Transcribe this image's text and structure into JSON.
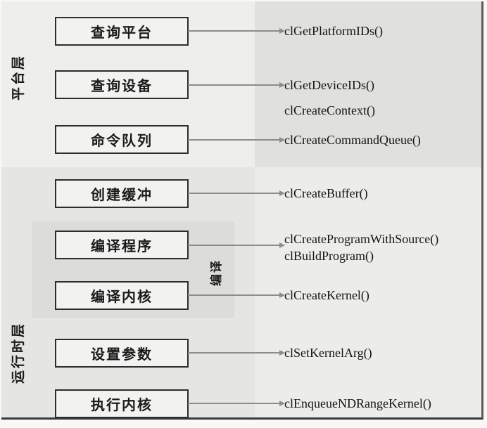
{
  "diagram": {
    "title_implicit": "OpenCL API flow",
    "layers": [
      {
        "label": "平台层"
      },
      {
        "label": "运行时层"
      }
    ],
    "group_label": "编译",
    "steps": [
      {
        "label": "查询平台"
      },
      {
        "label": "查询设备"
      },
      {
        "label": "命令队列"
      },
      {
        "label": "创建缓冲"
      },
      {
        "label": "编译程序"
      },
      {
        "label": "编译内核"
      },
      {
        "label": "设置参数"
      },
      {
        "label": "执行内核"
      }
    ],
    "apis": [
      {
        "text": "clGetPlatformIDs()"
      },
      {
        "text": "clGetDeviceIDs()"
      },
      {
        "text": "clCreateContext()"
      },
      {
        "text": "clCreateCommandQueue()"
      },
      {
        "text": "clCreateBuffer()"
      },
      {
        "text": "clCreateProgramWithSource()"
      },
      {
        "text": "clBuildProgram()"
      },
      {
        "text": "clCreateKernel()"
      },
      {
        "text": "clSetKernelArg()"
      },
      {
        "text": "clEnqueueNDRangeKernel()"
      }
    ],
    "colors": {
      "platform_region": "#eeeeec",
      "api_panel_top": "#e0e0de",
      "runtime_region": "#e5e5e3",
      "api_panel_bottom": "#ececea",
      "compile_group": "#dcdcda",
      "box_fill": "#f2f2f0",
      "box_border": "#2d2d2d",
      "arrow": "#8c8c8c",
      "text": "#141414",
      "frame_shadow": "#3a3a3a"
    }
  }
}
